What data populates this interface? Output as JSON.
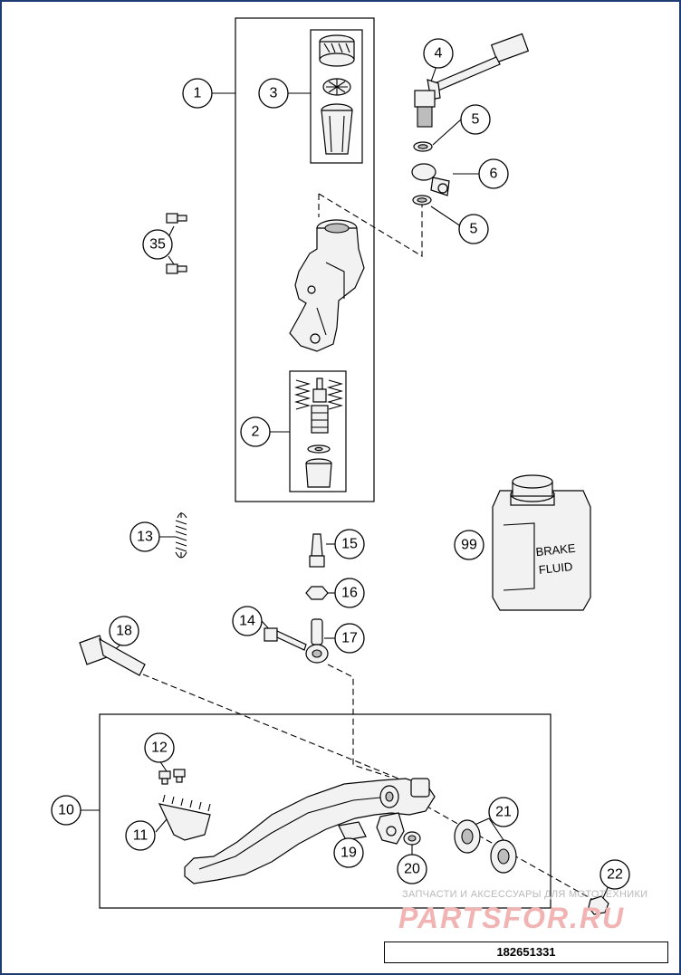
{
  "diagram": {
    "callouts": [
      {
        "id": "c1",
        "label": "1"
      },
      {
        "id": "c2",
        "label": "2"
      },
      {
        "id": "c3",
        "label": "3"
      },
      {
        "id": "c4",
        "label": "4"
      },
      {
        "id": "c5a",
        "label": "5"
      },
      {
        "id": "c5b",
        "label": "5"
      },
      {
        "id": "c6",
        "label": "6"
      },
      {
        "id": "c10",
        "label": "10"
      },
      {
        "id": "c11",
        "label": "11"
      },
      {
        "id": "c12",
        "label": "12"
      },
      {
        "id": "c13",
        "label": "13"
      },
      {
        "id": "c14",
        "label": "14"
      },
      {
        "id": "c15",
        "label": "15"
      },
      {
        "id": "c16",
        "label": "16"
      },
      {
        "id": "c17",
        "label": "17"
      },
      {
        "id": "c18",
        "label": "18"
      },
      {
        "id": "c19",
        "label": "19"
      },
      {
        "id": "c20",
        "label": "20"
      },
      {
        "id": "c21",
        "label": "21"
      },
      {
        "id": "c22",
        "label": "22"
      },
      {
        "id": "c35",
        "label": "35"
      },
      {
        "id": "c99",
        "label": "99"
      }
    ],
    "brake_fluid_line1": "BRAKE",
    "brake_fluid_line2": "FLUID",
    "document_number": "182651331"
  },
  "watermark": {
    "caption": "ЗАПЧАСТИ И АКСЕССУАРЫ ДЛЯ МОТОТЕХНИКИ",
    "brand": "PARTSFOR.RU"
  },
  "colors": {
    "frame": "#1f3b73",
    "watermark": "#f2b3b3"
  }
}
